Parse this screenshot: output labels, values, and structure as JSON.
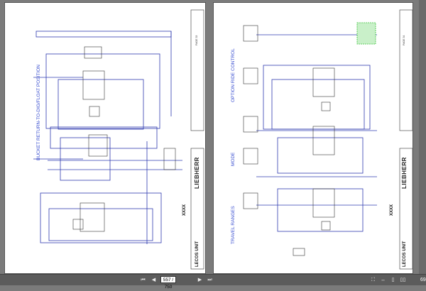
{
  "viewer": {
    "current_page": "557 / 750",
    "zoom": "69"
  },
  "left_page": {
    "section_title": "BUCKET RETURN-TO-DIG/FLOAT POSITION",
    "manufacturer": "LIEBHERR",
    "unit": "LECOS UNIT",
    "model_code": "XXXX",
    "page_label": "PAGE 33"
  },
  "right_page": {
    "section_titles": [
      "OPTION RIDE CONTROL",
      "MODE",
      "TRAVEL RANGES"
    ],
    "manufacturer": "LIEBHERR",
    "unit": "LECOS UNIT",
    "model_code": "XXXX",
    "page_label": "PAGE 34"
  },
  "colors": {
    "wire": "#2f3bb0",
    "accent_green": "#3bc33b",
    "background": "#7b7b7b"
  },
  "icons": [
    "first-page-icon",
    "prev-page-icon",
    "next-page-icon",
    "last-page-icon",
    "fit-page-icon",
    "fit-width-icon",
    "single-page-icon",
    "double-page-icon"
  ]
}
